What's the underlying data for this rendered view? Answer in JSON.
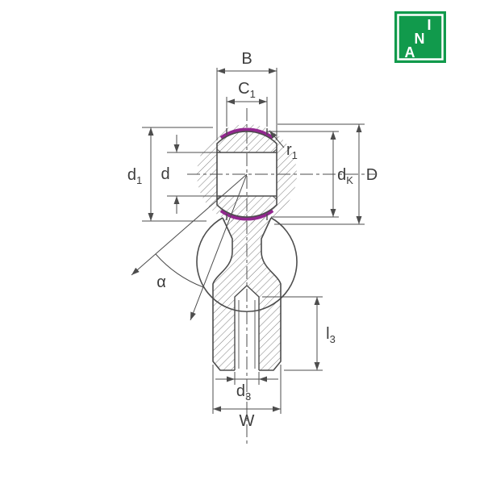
{
  "labels": {
    "B": {
      "main": "B",
      "sub": ""
    },
    "C1": {
      "main": "C",
      "sub": "1"
    },
    "r1": {
      "main": "r",
      "sub": "1"
    },
    "d1": {
      "main": "d",
      "sub": "1"
    },
    "d": {
      "main": "d",
      "sub": ""
    },
    "dK": {
      "main": "d",
      "sub": "K"
    },
    "D": {
      "main": "D",
      "sub": ""
    },
    "alpha": {
      "main": "α",
      "sub": ""
    },
    "l3": {
      "main": "l",
      "sub": "3"
    },
    "d3": {
      "main": "d",
      "sub": "3"
    },
    "W": {
      "main": "W",
      "sub": ""
    }
  },
  "logo": {
    "letters": [
      "I",
      "N",
      "A"
    ]
  },
  "colors": {
    "line": "#4d4d4d",
    "liner": "#92278f",
    "logo_green": "#119a4c"
  }
}
